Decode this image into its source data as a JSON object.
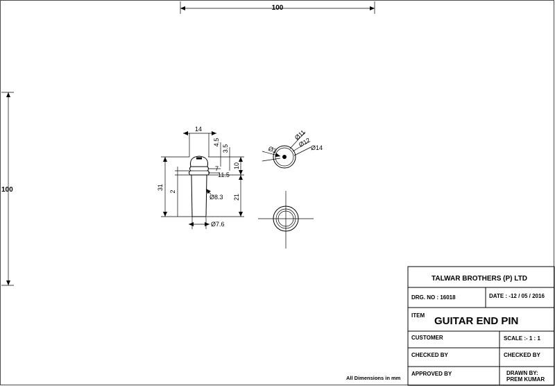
{
  "overall": {
    "width_label": "100",
    "height_label": "100"
  },
  "side_view": {
    "dims": {
      "top_width": "14",
      "head_h": "4.5",
      "groove_h": "3.5",
      "collar_h": "10",
      "ring_d": "7",
      "ring_d2": "11.5",
      "length": "31",
      "groove_small": "2",
      "taper_d": "Ø8.3",
      "shaft_h": "21",
      "tip_d": "Ø7.6"
    }
  },
  "top_view": {
    "dims": {
      "hole_d": "Ø3",
      "d1": "Ø11",
      "d2": "Ø12",
      "d3": "Ø14"
    }
  },
  "note": "All Dimensions in mm",
  "title_block": {
    "company": "TALWAR BROTHERS (P) LTD",
    "drg_no": "DRG. NO : 16018",
    "date": "DATE : -12 / 05 / 2016",
    "item_label": "ITEM",
    "item_name": "GUITAR END PIN",
    "customer_label": "CUSTOMER",
    "scale": "SCALE :-   1 : 1",
    "checked_by_1": "CHECKED BY",
    "checked_by_2": "CHECKED BY",
    "approved_by": "APPROVED BY",
    "drawn_by": "DRAWN BY:",
    "drawn_name": "PREM KUMAR"
  }
}
